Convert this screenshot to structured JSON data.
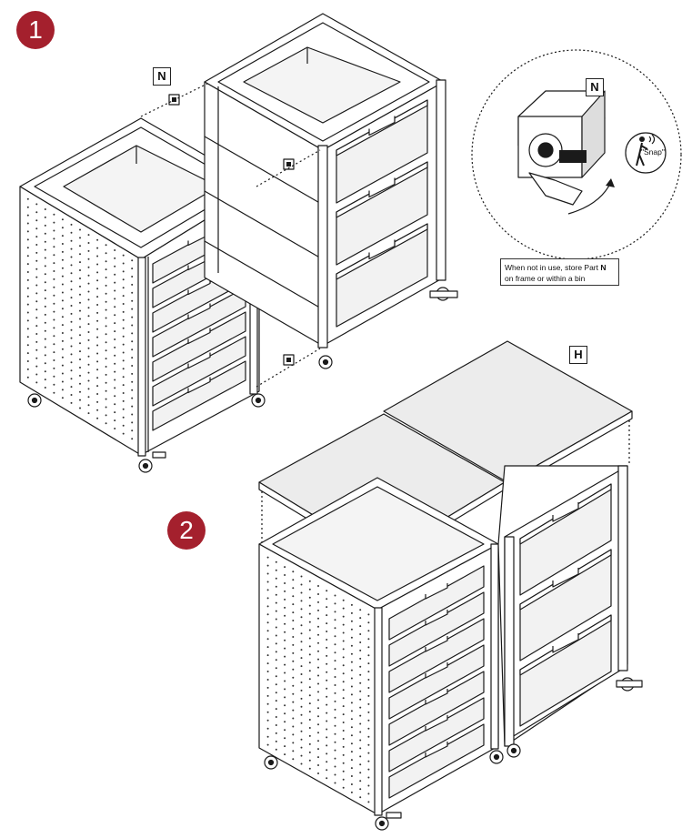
{
  "steps": {
    "step1": "1",
    "step2": "2"
  },
  "parts": {
    "n_label": "N",
    "n_detail_label": "N",
    "h_label": "H"
  },
  "note": {
    "line1_prefix": "When not in use, store Part ",
    "line1_part": "N",
    "line2": "on frame or within a bin"
  },
  "snap_text": "\"Snap\"",
  "colors": {
    "badge": "#a4202d",
    "line": "#1a1a1a",
    "bin_fill": "#f2f2f2",
    "top_fill": "#ececec"
  },
  "icons": [
    "person-snap-icon",
    "curved-arrow-icon",
    "connector-clip-icon"
  ]
}
